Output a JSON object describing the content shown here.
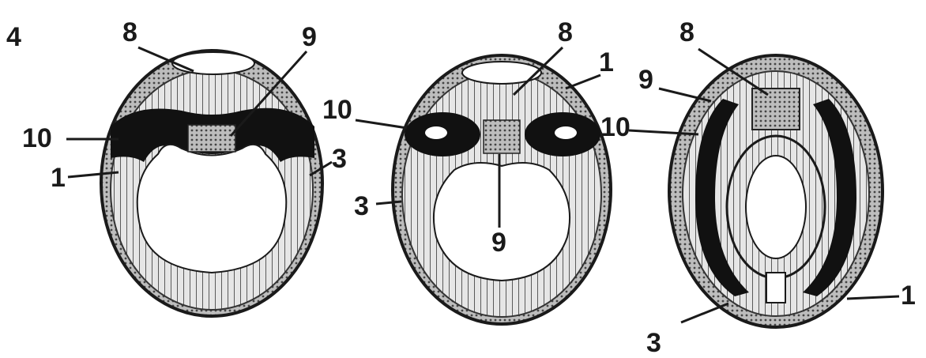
{
  "corner_mark": "4",
  "panels": [
    {
      "name": "stage-1",
      "labels": {
        "top_left": "8",
        "top_right": "9",
        "left_upper": "10",
        "left_lower": "1",
        "right": "3"
      }
    },
    {
      "name": "stage-2",
      "labels": {
        "top_right": "8",
        "top_far_right": "1",
        "left_upper": "10",
        "left_lower": "3",
        "bottom_center": "9"
      }
    },
    {
      "name": "stage-3",
      "labels": {
        "top": "8",
        "upper_left": "9",
        "left": "10",
        "right_lower": "1",
        "bottom": "3"
      }
    }
  ],
  "colors": {
    "ink": "#1a1a1a",
    "tissue": "#9a9a9a",
    "background": "#ffffff"
  }
}
